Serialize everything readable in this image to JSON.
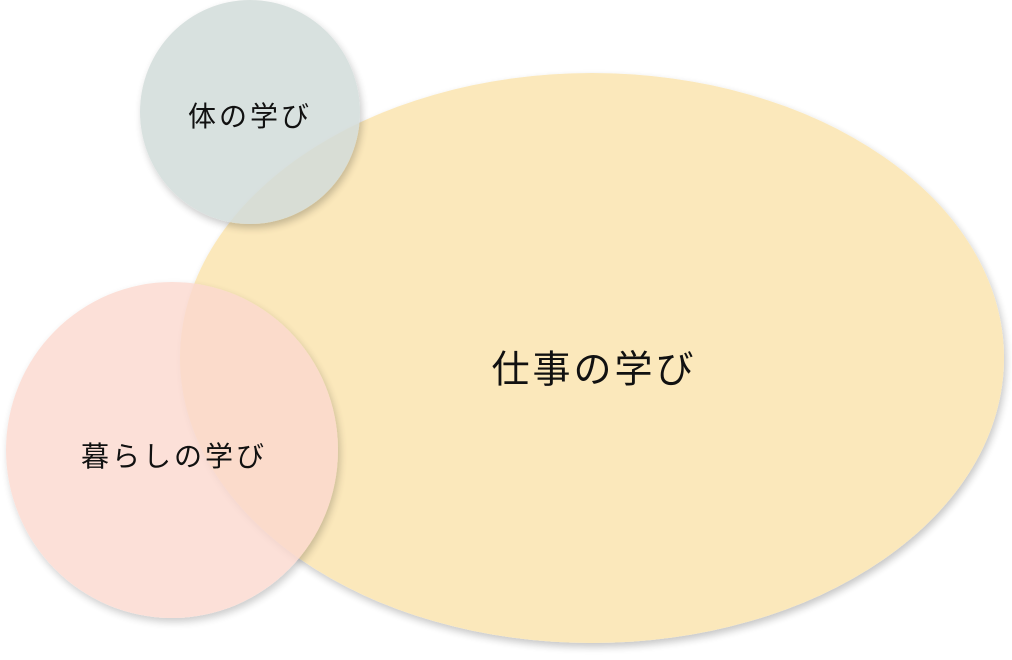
{
  "circles": [
    {
      "label": "仕事の学び",
      "color": "#fbe6b4"
    },
    {
      "label": "体の学び",
      "color": "#d2dcda"
    },
    {
      "label": "暮らしの学び",
      "color": "#fcd9cf"
    }
  ]
}
